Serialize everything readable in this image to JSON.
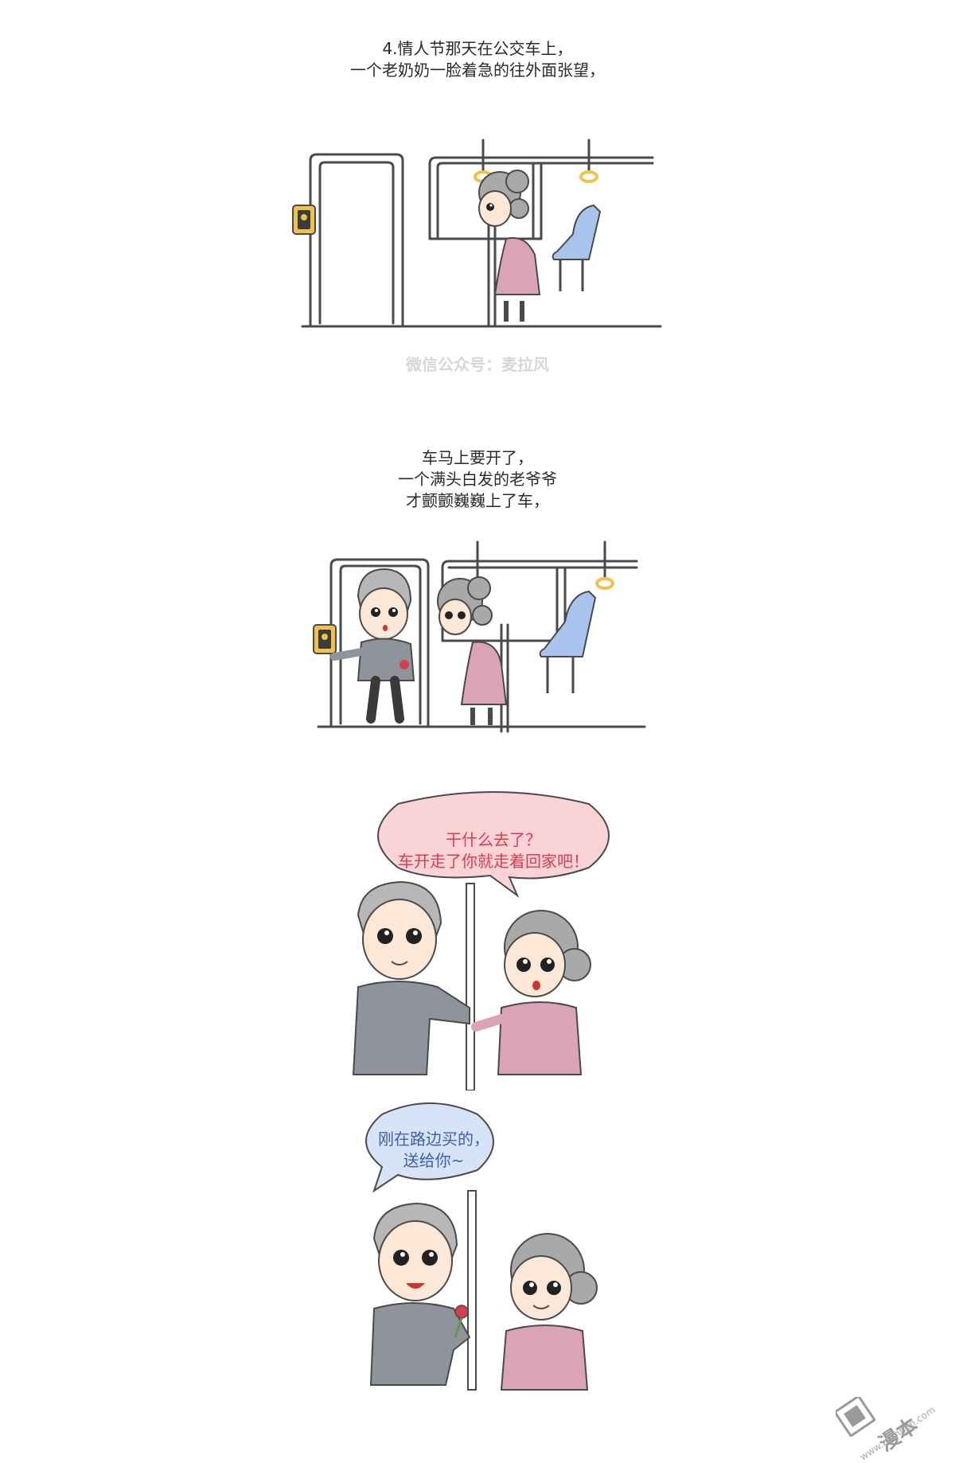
{
  "panel1": {
    "caption_lines": [
      "4.情人节那天在公交车上，",
      "一个老奶奶一脸着急的往外面张望，"
    ],
    "watermark": "微信公众号：麦拉风"
  },
  "panel2": {
    "caption_lines": [
      "车马上要开了，",
      "一个满头白发的老爷爷",
      "才颤颤巍巍上了车，"
    ]
  },
  "panel3": {
    "bubble_lines": [
      "干什么去了？",
      "车开走了你就走着回家吧！"
    ],
    "bubble_color": "#f9d3d6",
    "text_color": "#d63e52"
  },
  "panel4": {
    "bubble_lines": [
      "刚在路边买的，",
      "送给你~"
    ],
    "bubble_color": "#d7e4f7",
    "text_color": "#3e5fa8"
  },
  "site_logo": {
    "text": "漫本",
    "url_text": "www.manben.com"
  },
  "colors": {
    "grandma_dress": "#dba4b6",
    "grandma_hair": "#a9a9a9",
    "grandpa_sweater": "#8f939c",
    "seat": "#a9c4ec",
    "handle": "#f2c04c",
    "outline": "#4a4a4a"
  }
}
